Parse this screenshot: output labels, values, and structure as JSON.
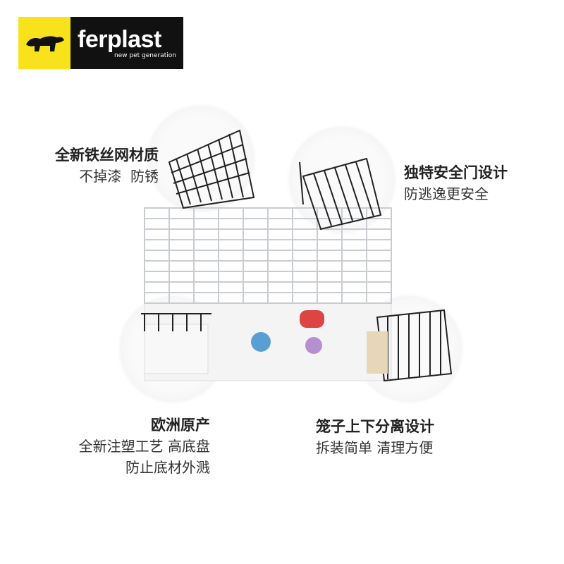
{
  "logo": {
    "name": "ferplast",
    "tagline": "new pet generation",
    "brand_colors": {
      "yellow": "#f7e21b",
      "black": "#111111"
    }
  },
  "features": [
    {
      "title": "全新铁丝网材质",
      "lines": [
        "不掉漆  防锈"
      ]
    },
    {
      "title": "独特安全门设计",
      "lines": [
        "防逃逸更安全"
      ]
    },
    {
      "title": "欧洲原产",
      "lines": [
        "全新注塑工艺 高底盘",
        "防止底材外溅"
      ]
    },
    {
      "title": "笼子上下分离设计",
      "lines": [
        "拆装简单 清理方便"
      ]
    }
  ]
}
